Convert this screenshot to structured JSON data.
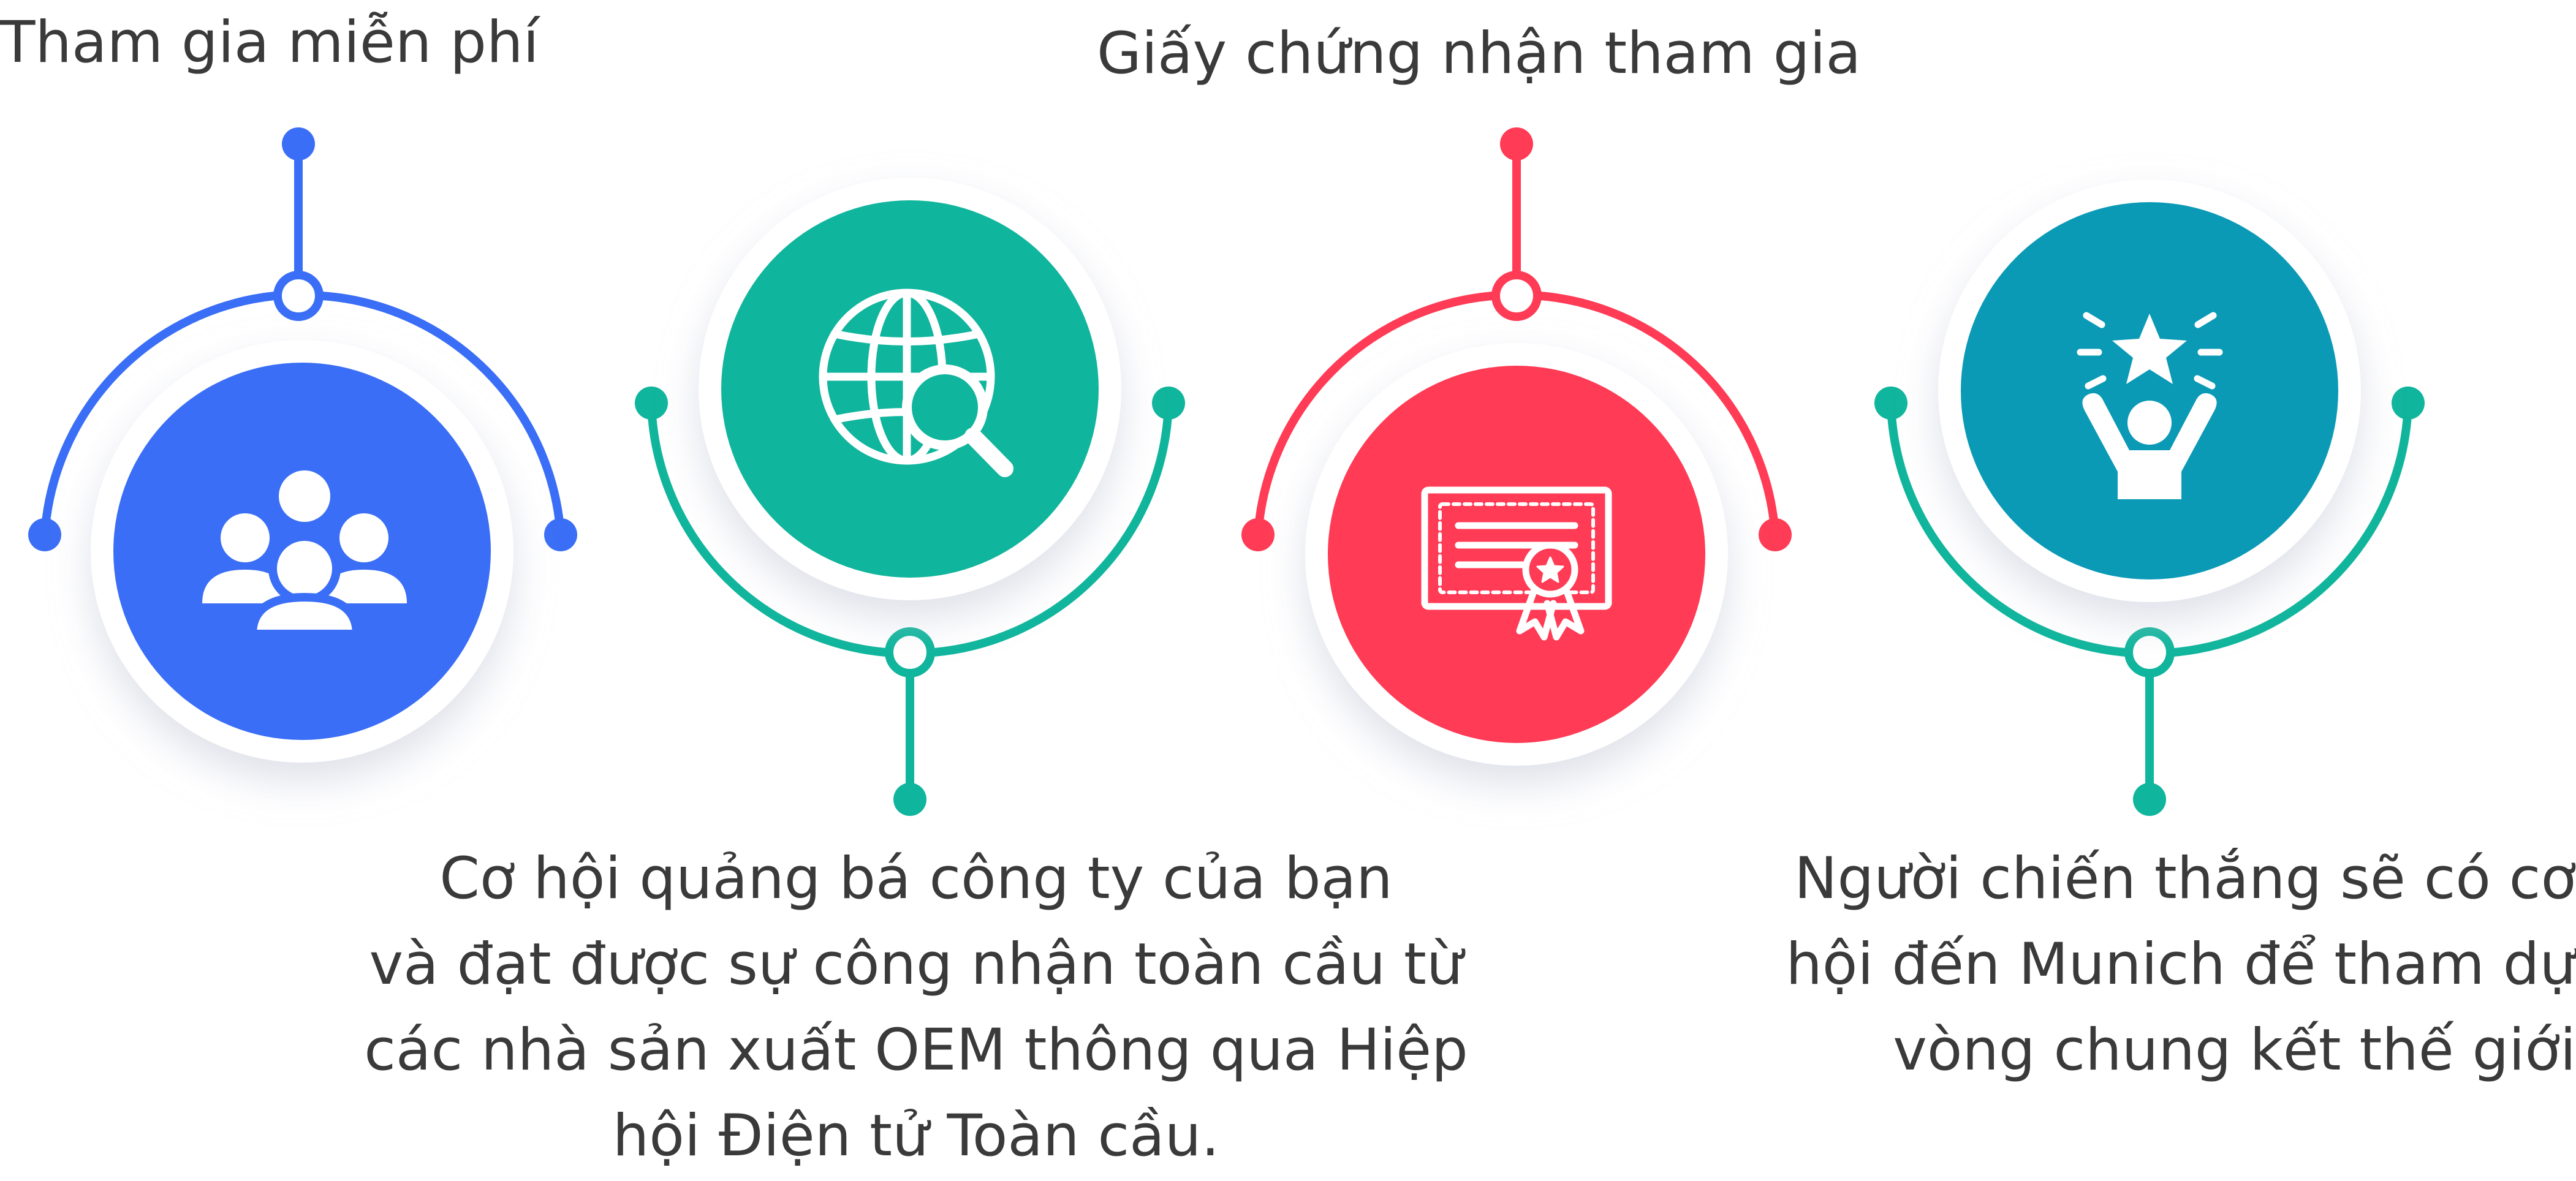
{
  "steps": [
    {
      "id": "free-participation",
      "label": "Tham gia miễn phí",
      "icon": "people-group-icon",
      "color": "#3a6ef6"
    },
    {
      "id": "global-recognition",
      "lines": [
        "Cơ hội quảng bá công ty của bạn",
        "và đạt được sự công nhận toàn cầu từ",
        "các nhà sản xuất OEM thông qua Hiệp",
        "hội Điện tử Toàn cầu."
      ],
      "icon": "globe-search-icon",
      "color": "#0fb59c"
    },
    {
      "id": "participation-certificate",
      "label": "Giấy chứng nhận tham gia",
      "icon": "certificate-icon",
      "color": "#ff3b55"
    },
    {
      "id": "winner-munich",
      "lines": [
        "Người chiến thắng sẽ có cơ",
        "hội đến Munich để tham dự",
        "vòng chung kết thế giới"
      ],
      "icon": "winner-star-icon",
      "color": "#0a9ab6"
    }
  ],
  "colors": {
    "text": "#3a3a3a",
    "background": "#ffffff"
  }
}
